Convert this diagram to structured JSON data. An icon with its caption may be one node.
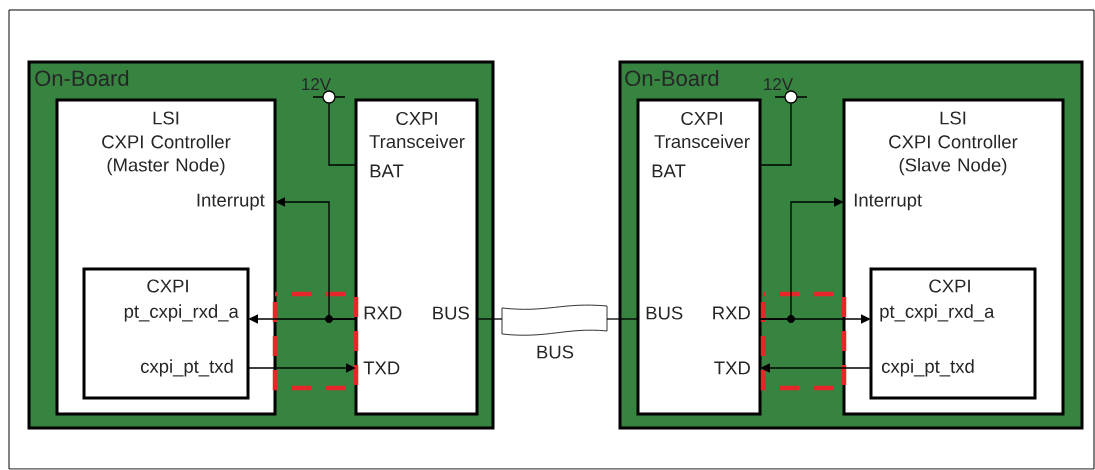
{
  "diagram": {
    "nodes": [
      {
        "text": [
          "On-Board"
        ]
      },
      {
        "text": [
          "LSI",
          "CXPI Controller (Master Node)",
          "Interrupt"
        ],
        "in": 0
      },
      {
        "text": [
          "CXPI",
          "pt_cxpi_rxd_a",
          "cxpi_pt_txd"
        ],
        "in": 1
      },
      {
        "text": [
          "CXPI Transceiver",
          "BAT",
          "RXD",
          "TXD",
          "BUS"
        ],
        "in": 0
      },
      {
        "text": [
          "12V"
        ],
        "in": 0
      },
      {
        "text": [
          "BUS"
        ]
      },
      {
        "text": [
          "On-Board"
        ]
      },
      {
        "text": [
          "CXPI Transceiver",
          "BAT",
          "BUS",
          "RXD",
          "TXD"
        ],
        "in": 6
      },
      {
        "text": [
          "12V"
        ],
        "in": 6
      },
      {
        "text": [
          "LSI",
          "CXPI Controller (Slave Node)",
          "Interrupt"
        ],
        "in": 6
      },
      {
        "text": [
          "CXPI",
          "pt_cxpi_rxd_a",
          "cxpi_pt_txd"
        ],
        "in": 9
      }
    ],
    "edges": [
      {
        "from": 4,
        "to": 3,
        "arrow": "none"
      },
      {
        "from": 3,
        "to": 2,
        "arrow": "to"
      },
      {
        "from": 3,
        "to": 1,
        "arrow": "to"
      },
      {
        "from": 2,
        "to": 3,
        "arrow": "to"
      },
      {
        "from": 3,
        "to": 5,
        "arrow": "none"
      },
      {
        "from": 5,
        "to": 7,
        "arrow": "none"
      },
      {
        "from": 8,
        "to": 7,
        "arrow": "none"
      },
      {
        "from": 7,
        "to": 10,
        "arrow": "to"
      },
      {
        "from": 7,
        "to": 9,
        "arrow": "to"
      },
      {
        "from": 10,
        "to": 7,
        "arrow": "to"
      }
    ]
  }
}
